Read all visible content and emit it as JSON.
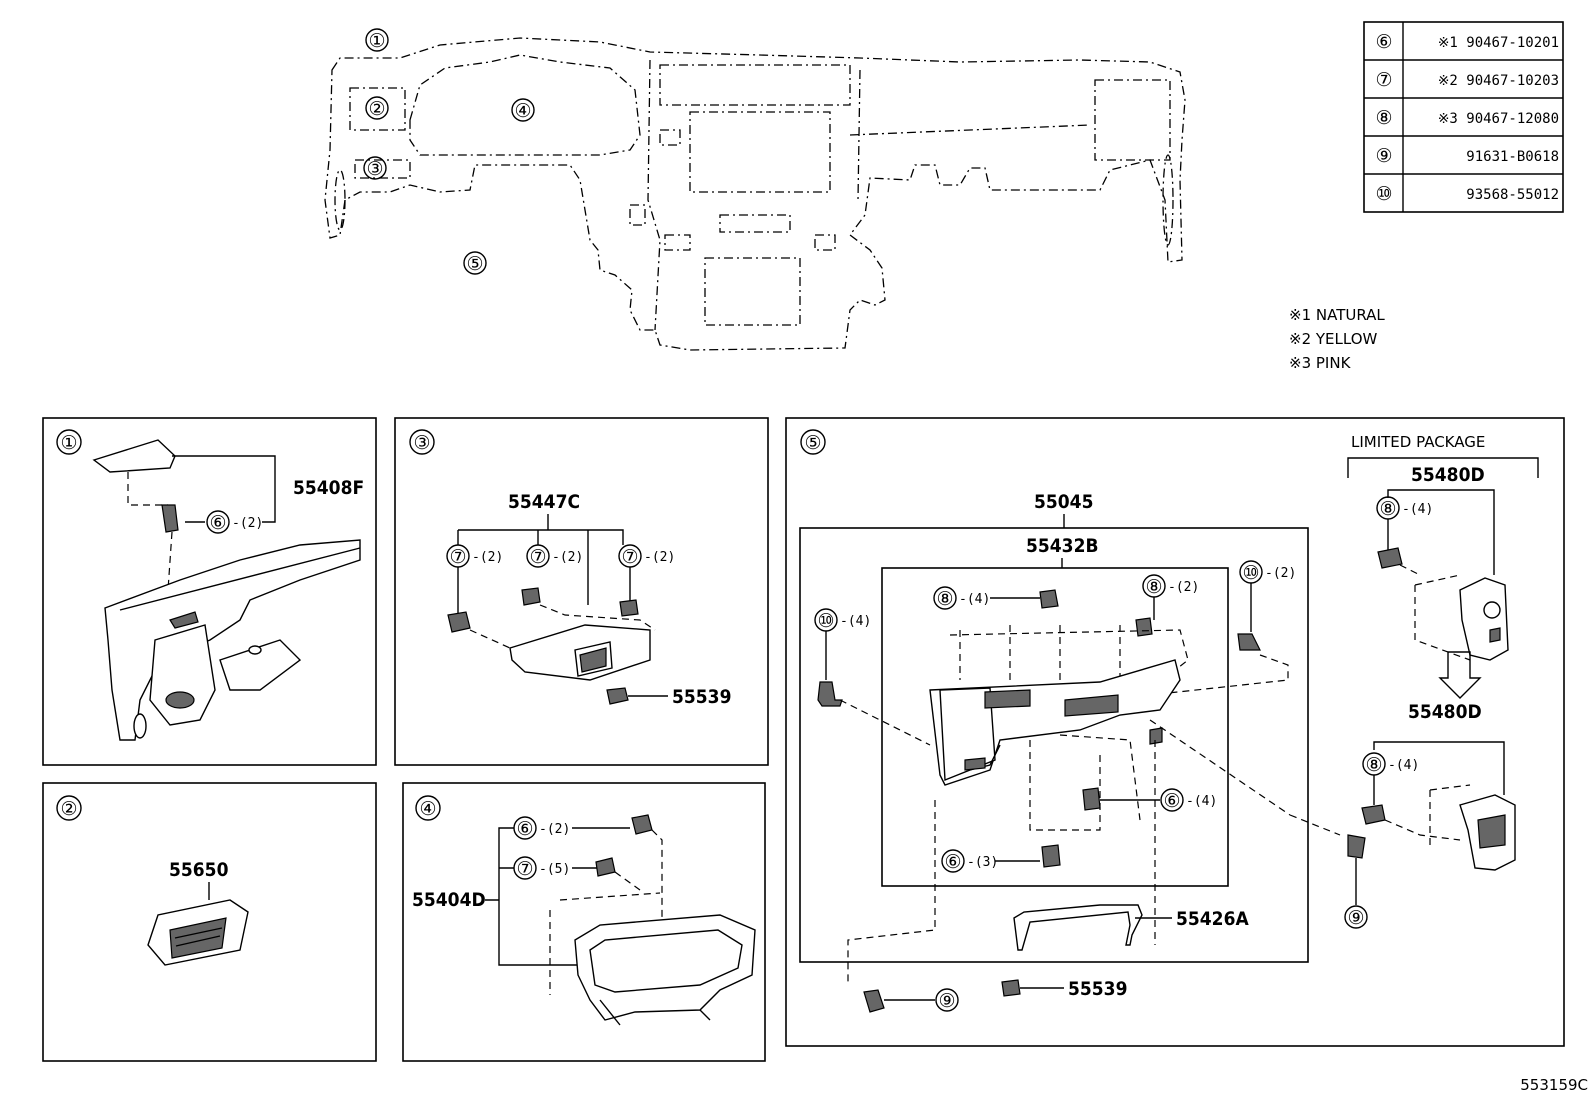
{
  "diagram_id": "553159C",
  "overview": {
    "callouts": [
      "①",
      "②",
      "③",
      "④",
      "⑤"
    ]
  },
  "legend_table": [
    {
      "ref": "⑥",
      "part": "※1 90467-10201"
    },
    {
      "ref": "⑦",
      "part": "※2 90467-10203"
    },
    {
      "ref": "⑧",
      "part": "※3 90467-12080"
    },
    {
      "ref": "⑨",
      "part": "91631-B0618"
    },
    {
      "ref": "⑩",
      "part": "93568-55012"
    }
  ],
  "color_notes": [
    "※1 NATURAL",
    "※2 YELLOW",
    "※3 PINK"
  ],
  "panels": {
    "p1": {
      "ref": "①",
      "part": "55408F",
      "clip_ref": "⑥",
      "clip_qty": "-(2)"
    },
    "p2": {
      "ref": "②",
      "part": "55650"
    },
    "p3": {
      "ref": "③",
      "part_main": "55447C",
      "part_small": "55539",
      "clips": [
        {
          "ref": "⑦",
          "qty": "-(2)"
        },
        {
          "ref": "⑦",
          "qty": "-(2)"
        },
        {
          "ref": "⑦",
          "qty": "-(2)"
        }
      ]
    },
    "p4": {
      "ref": "④",
      "part": "55404D",
      "clips": [
        {
          "ref": "⑥",
          "qty": "-(2)"
        },
        {
          "ref": "⑦",
          "qty": "-(5)"
        }
      ]
    },
    "p5": {
      "ref": "⑤",
      "assy": "55045",
      "sub": "55432B",
      "bracket": "55426A",
      "small": "55539",
      "limited": "LIMITED  PACKAGE",
      "limited_part_a": "55480D",
      "limited_part_b": "55480D",
      "c8a": {
        "ref": "⑧",
        "qty": "-(4)"
      },
      "c8b": {
        "ref": "⑧",
        "qty": "-(2)"
      },
      "c10a": {
        "ref": "⑩",
        "qty": "-(4)"
      },
      "c10b": {
        "ref": "⑩",
        "qty": "-(2)"
      },
      "c6a": {
        "ref": "⑥",
        "qty": "-(4)"
      },
      "c6b": {
        "ref": "⑥",
        "qty": "-(3)"
      },
      "c9a": "⑨",
      "c9b": "⑨",
      "c8c": {
        "ref": "⑧",
        "qty": "-(4)"
      },
      "c8d": {
        "ref": "⑧",
        "qty": "-(4)"
      }
    }
  }
}
